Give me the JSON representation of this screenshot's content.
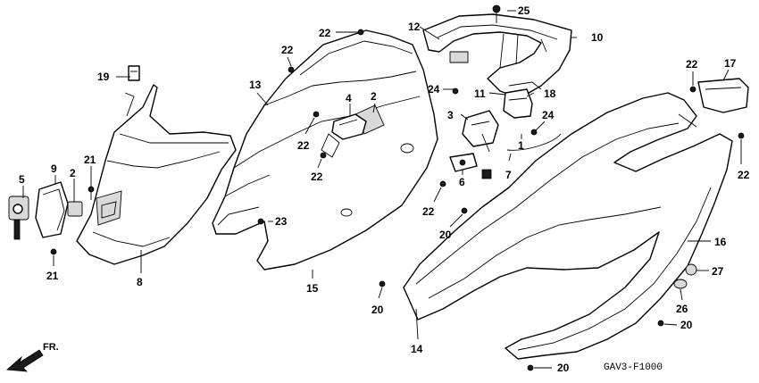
{
  "diagram": {
    "code": "GAV3-F1000",
    "direction_label": "FR.",
    "callouts": [
      {
        "id": "c1",
        "label": "1"
      },
      {
        "id": "c2a",
        "label": "2"
      },
      {
        "id": "c2b",
        "label": "2"
      },
      {
        "id": "c3",
        "label": "3"
      },
      {
        "id": "c4",
        "label": "4"
      },
      {
        "id": "c5",
        "label": "5"
      },
      {
        "id": "c6",
        "label": "6"
      },
      {
        "id": "c7",
        "label": "7"
      },
      {
        "id": "c8",
        "label": "8"
      },
      {
        "id": "c9",
        "label": "9"
      },
      {
        "id": "c10",
        "label": "10"
      },
      {
        "id": "c11",
        "label": "11"
      },
      {
        "id": "c12",
        "label": "12"
      },
      {
        "id": "c13",
        "label": "13"
      },
      {
        "id": "c14",
        "label": "14"
      },
      {
        "id": "c15",
        "label": "15"
      },
      {
        "id": "c16",
        "label": "16"
      },
      {
        "id": "c17",
        "label": "17"
      },
      {
        "id": "c18",
        "label": "18"
      },
      {
        "id": "c19",
        "label": "19"
      },
      {
        "id": "c20a",
        "label": "20"
      },
      {
        "id": "c20b",
        "label": "20"
      },
      {
        "id": "c20c",
        "label": "20"
      },
      {
        "id": "c20d",
        "label": "20"
      },
      {
        "id": "c21a",
        "label": "21"
      },
      {
        "id": "c21b",
        "label": "21"
      },
      {
        "id": "c22a",
        "label": "22"
      },
      {
        "id": "c22b",
        "label": "22"
      },
      {
        "id": "c22c",
        "label": "22"
      },
      {
        "id": "c22d",
        "label": "22"
      },
      {
        "id": "c22e",
        "label": "22"
      },
      {
        "id": "c22f",
        "label": "22"
      },
      {
        "id": "c22g",
        "label": "22"
      },
      {
        "id": "c23",
        "label": "23"
      },
      {
        "id": "c24a",
        "label": "24"
      },
      {
        "id": "c24b",
        "label": "24"
      },
      {
        "id": "c25",
        "label": "25"
      },
      {
        "id": "c26",
        "label": "26"
      },
      {
        "id": "c27",
        "label": "27"
      }
    ]
  }
}
